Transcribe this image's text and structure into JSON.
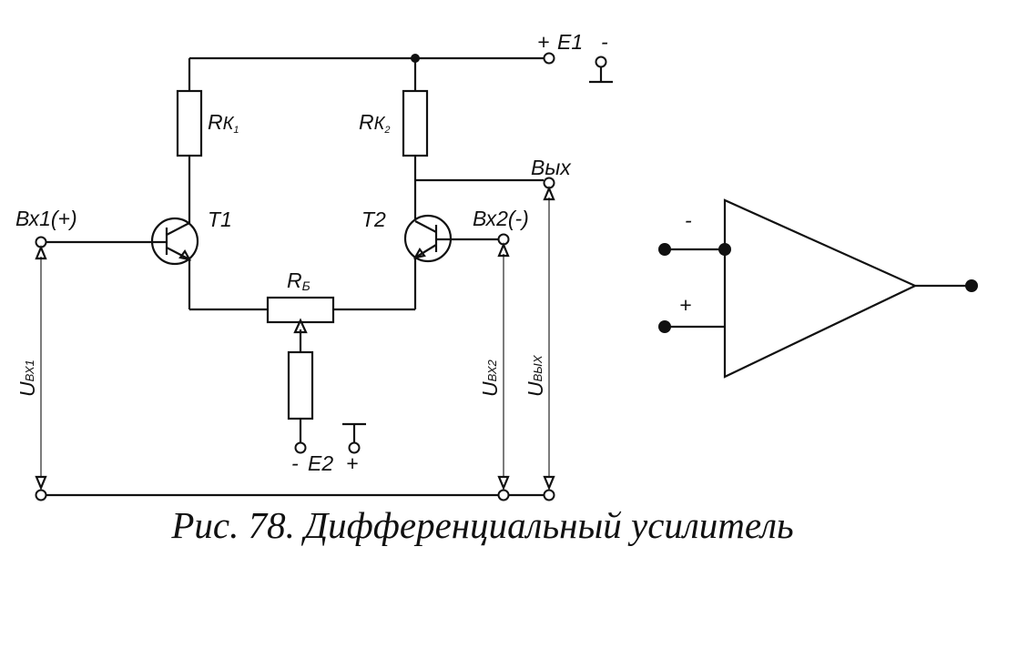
{
  "labels": {
    "e1": "E1",
    "e1_plus": "+",
    "e1_minus": "-",
    "rk1_main": "R",
    "rk1_sub": "К",
    "rk1_index": "1",
    "rk2_main": "R",
    "rk2_sub": "К",
    "rk2_index": "2",
    "t1": "T1",
    "t2": "T2",
    "vykh": "Вых",
    "in1": "Вх1(+)",
    "in2": "Вх2(-)",
    "rb_main": "R",
    "rb_sub": "Б",
    "e2": "E2",
    "e2_minus": "-",
    "e2_plus": "+",
    "u_in1_main": "U",
    "u_in1_sub": "ВХ1",
    "u_in2_main": "U",
    "u_in2_sub": "ВХ2",
    "u_out_main": "U",
    "u_out_sub": "ВЫХ",
    "opamp_minus": "-",
    "opamp_plus": "+"
  },
  "caption": "Рис. 78. Дифференциальный усилитель"
}
